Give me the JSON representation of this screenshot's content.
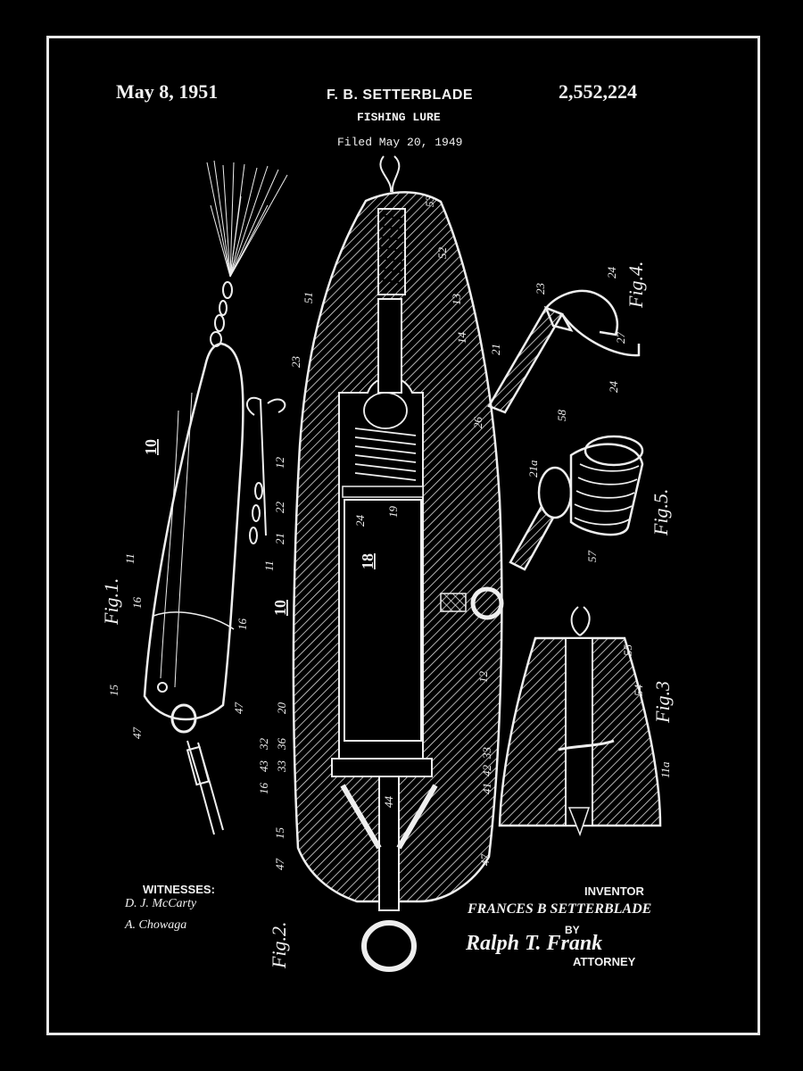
{
  "header": {
    "date": "May 8, 1951",
    "inventor": "F. B. SETTERBLADE",
    "title": "FISHING LURE",
    "filed": "Filed May 20, 1949",
    "patent_number": "2,552,224"
  },
  "figures": {
    "fig1": "Fig.1.",
    "fig2": "Fig.2.",
    "fig3": "Fig.3",
    "fig4": "Fig.4.",
    "fig5": "Fig.5."
  },
  "footer": {
    "witnesses_label": "WITNESSES:",
    "witness_1": "D. J. McCarty",
    "witness_2": "A. Chowaga",
    "inventor_label": "INVENTOR",
    "inventor_signature": "FRANCES B SETTERBLADE",
    "by_label": "BY",
    "attorney_signature": "Ralph T. Frank",
    "attorney_label": "ATTORNEY"
  },
  "colors": {
    "background": "#000000",
    "ink": "#f2f2f2"
  }
}
